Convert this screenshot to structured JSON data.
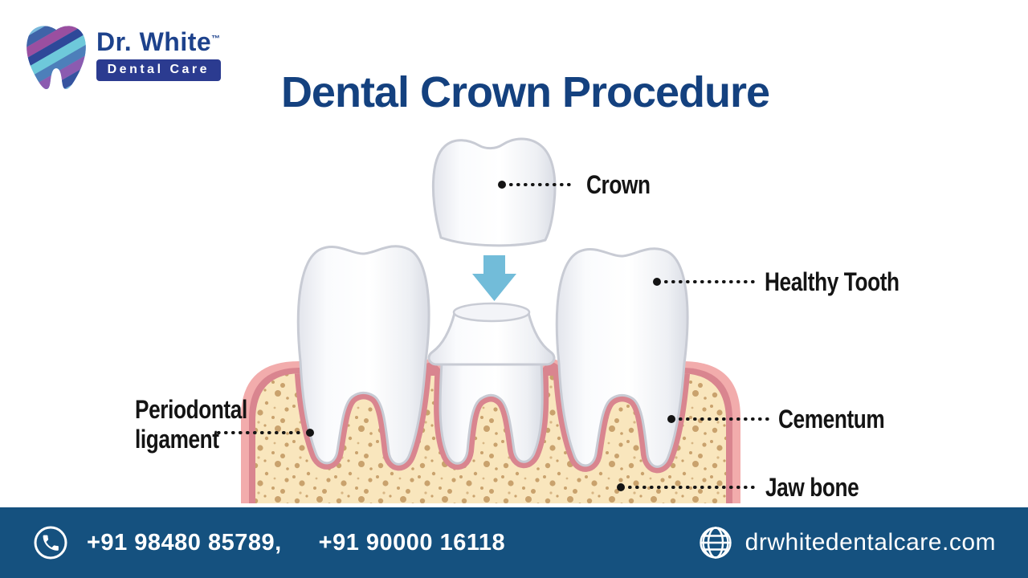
{
  "brand": {
    "name": "Dr. White",
    "trademark": "™",
    "tagline": "Dental Care"
  },
  "header": {
    "title": "Dental Crown Procedure"
  },
  "diagram": {
    "labels": {
      "crown": "Crown",
      "healthy_tooth": "Healthy Tooth",
      "periodontal_ligament": "Periodontal ligament",
      "cementum": "Cementum",
      "jaw_bone": "Jaw bone"
    },
    "icons": {
      "down_arrow": "down-arrow-icon",
      "tooth_logo": "tooth-icon"
    }
  },
  "footer": {
    "phone_numbers": [
      "+91 98480 85789,",
      "+91 90000 16118"
    ],
    "website": "drwhitedentalcare.com",
    "icons": {
      "phone": "phone-icon",
      "globe": "globe-icon"
    }
  },
  "colors": {
    "title_blue": "#14417F",
    "brand_blue": "#1D428C",
    "badge_blue": "#2B3B90",
    "footer_blue": "#15517F",
    "arrow_blue": "#72BCD9",
    "gum_light": "#F2ACAC",
    "gum_dark": "#D9858F",
    "bone_cream": "#F9E6BD",
    "bone_speckle": "#C9A26D",
    "label_black": "#141414",
    "tooth_outline": "#C8CBD4"
  }
}
